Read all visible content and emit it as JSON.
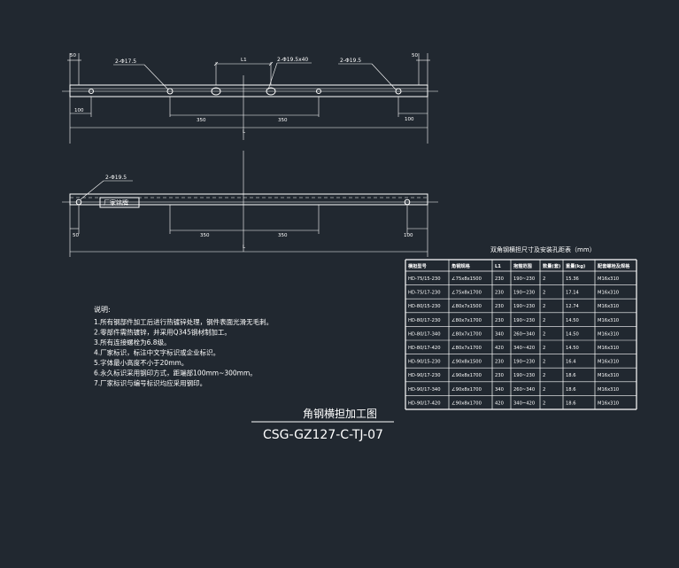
{
  "drawing": {
    "top_view": {
      "callouts": {
        "hole_left": "2-Φ17.5",
        "hole_slot": "2-Φ19.5x40",
        "hole_right": "2-Φ19.5"
      },
      "dims": {
        "end_left": "50",
        "end_right": "50",
        "l1": "L1",
        "edge_left": "100",
        "edge_right": "100",
        "span_left": "350",
        "span_right": "350",
        "total": "L"
      }
    },
    "side_view": {
      "callout": "2-Φ19.5",
      "label_box": "厂家铭牌",
      "dims": {
        "edge_left": "50",
        "edge_right": "100",
        "span_left": "350",
        "span_right": "350",
        "total": "L"
      }
    },
    "notes": {
      "heading": "说明:",
      "items": [
        "1.所有钢部件加工后进行热镀锌处理，钢件表面光滑无毛刺。",
        "2.零部件需热镀锌，并采用Q345钢材制加工。",
        "3.所有连接螺栓为6.8级。",
        "4.厂家标识，标注中文字标识或企业标识。",
        "5.字体最小高度不小于20mm。",
        "6.永久标识采用钢印方式，距端部100mm~300mm。",
        "7.厂家标识与编号标识均应采用钢印。"
      ]
    },
    "title_block": {
      "name": "角钢横担加工图",
      "code": "CSG-GZ127-C-TJ-07"
    },
    "table": {
      "caption": "双角钢横担尺寸及安装孔距表（mm）",
      "headers": [
        "横担型号",
        "角钢规格",
        "L1",
        "抱箍范围",
        "数量(套)",
        "重量(kg)",
        "配套螺栓及规格"
      ],
      "rows": [
        [
          "HD-75/15-230",
          "∠75x8x1500",
          "230",
          "190~230",
          "2",
          "15.36",
          "M16x310"
        ],
        [
          "HD-75/17-230",
          "∠75x8x1700",
          "230",
          "190~230",
          "2",
          "17.14",
          "M16x310"
        ],
        [
          "HD-80/15-230",
          "∠80x7x1500",
          "230",
          "190~230",
          "2",
          "12.74",
          "M16x310"
        ],
        [
          "HD-80/17-230",
          "∠80x7x1700",
          "230",
          "190~230",
          "2",
          "14.50",
          "M16x310"
        ],
        [
          "HD-80/17-340",
          "∠80x7x1700",
          "340",
          "260~340",
          "2",
          "14.50",
          "M16x310"
        ],
        [
          "HD-80/17-420",
          "∠80x7x1700",
          "420",
          "340~420",
          "2",
          "14.50",
          "M16x310"
        ],
        [
          "HD-90/15-230",
          "∠90x8x1500",
          "230",
          "190~230",
          "2",
          "16.4",
          "M16x310"
        ],
        [
          "HD-90/17-230",
          "∠90x8x1700",
          "230",
          "190~230",
          "2",
          "18.6",
          "M16x310"
        ],
        [
          "HD-90/17-340",
          "∠90x8x1700",
          "340",
          "260~340",
          "2",
          "18.6",
          "M16x310"
        ],
        [
          "HD-90/17-420",
          "∠90x8x1700",
          "420",
          "340~420",
          "2",
          "18.6",
          "M16x310"
        ]
      ]
    }
  }
}
